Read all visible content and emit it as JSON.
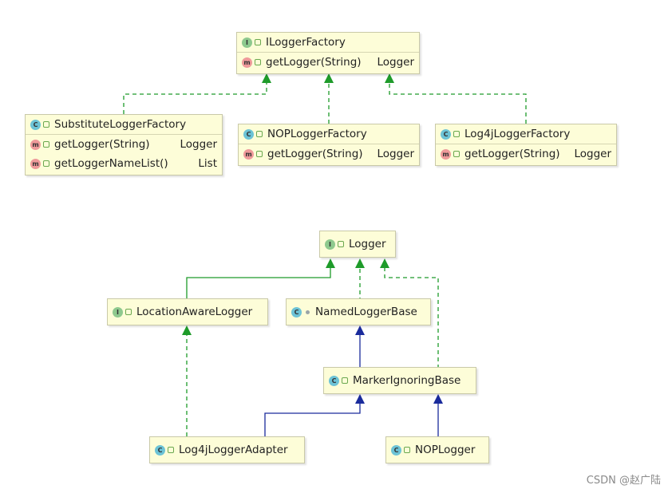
{
  "top_diagram": {
    "ilogger_factory": {
      "kind": "I",
      "name": "ILoggerFactory",
      "methods": [
        {
          "name": "getLogger(String)",
          "returns": "Logger"
        }
      ]
    },
    "substitute_logger_factory": {
      "kind": "C",
      "name": "SubstituteLoggerFactory",
      "methods": [
        {
          "name": "getLogger(String)",
          "returns": "Logger"
        },
        {
          "name": "getLoggerNameList()",
          "returns": "List"
        }
      ]
    },
    "nop_logger_factory": {
      "kind": "C",
      "name": "NOPLoggerFactory",
      "methods": [
        {
          "name": "getLogger(String)",
          "returns": "Logger"
        }
      ]
    },
    "log4j_logger_factory": {
      "kind": "C",
      "name": "Log4jLoggerFactory",
      "methods": [
        {
          "name": "getLogger(String)",
          "returns": "Logger"
        }
      ]
    }
  },
  "bottom_diagram": {
    "logger": {
      "kind": "I",
      "name": "Logger"
    },
    "location_aware_logger": {
      "kind": "I",
      "name": "LocationAwareLogger"
    },
    "named_logger_base": {
      "kind": "C",
      "name": "NamedLoggerBase"
    },
    "marker_ignoring_base": {
      "kind": "C",
      "name": "MarkerIgnoringBase"
    },
    "log4j_logger_adapter": {
      "kind": "C",
      "name": "Log4jLoggerAdapter"
    },
    "nop_logger": {
      "kind": "C",
      "name": "NOPLogger"
    }
  },
  "method_badge": "m",
  "colors": {
    "implements_line": "#1e9b2a",
    "extends_line": "#1a2b9c",
    "box_fill": "#fdfdd8",
    "interface_badge": "#8ec98e",
    "class_badge": "#6cc3d6",
    "method_badge": "#ef9a9a"
  },
  "watermark": "CSDN @赵广陆"
}
